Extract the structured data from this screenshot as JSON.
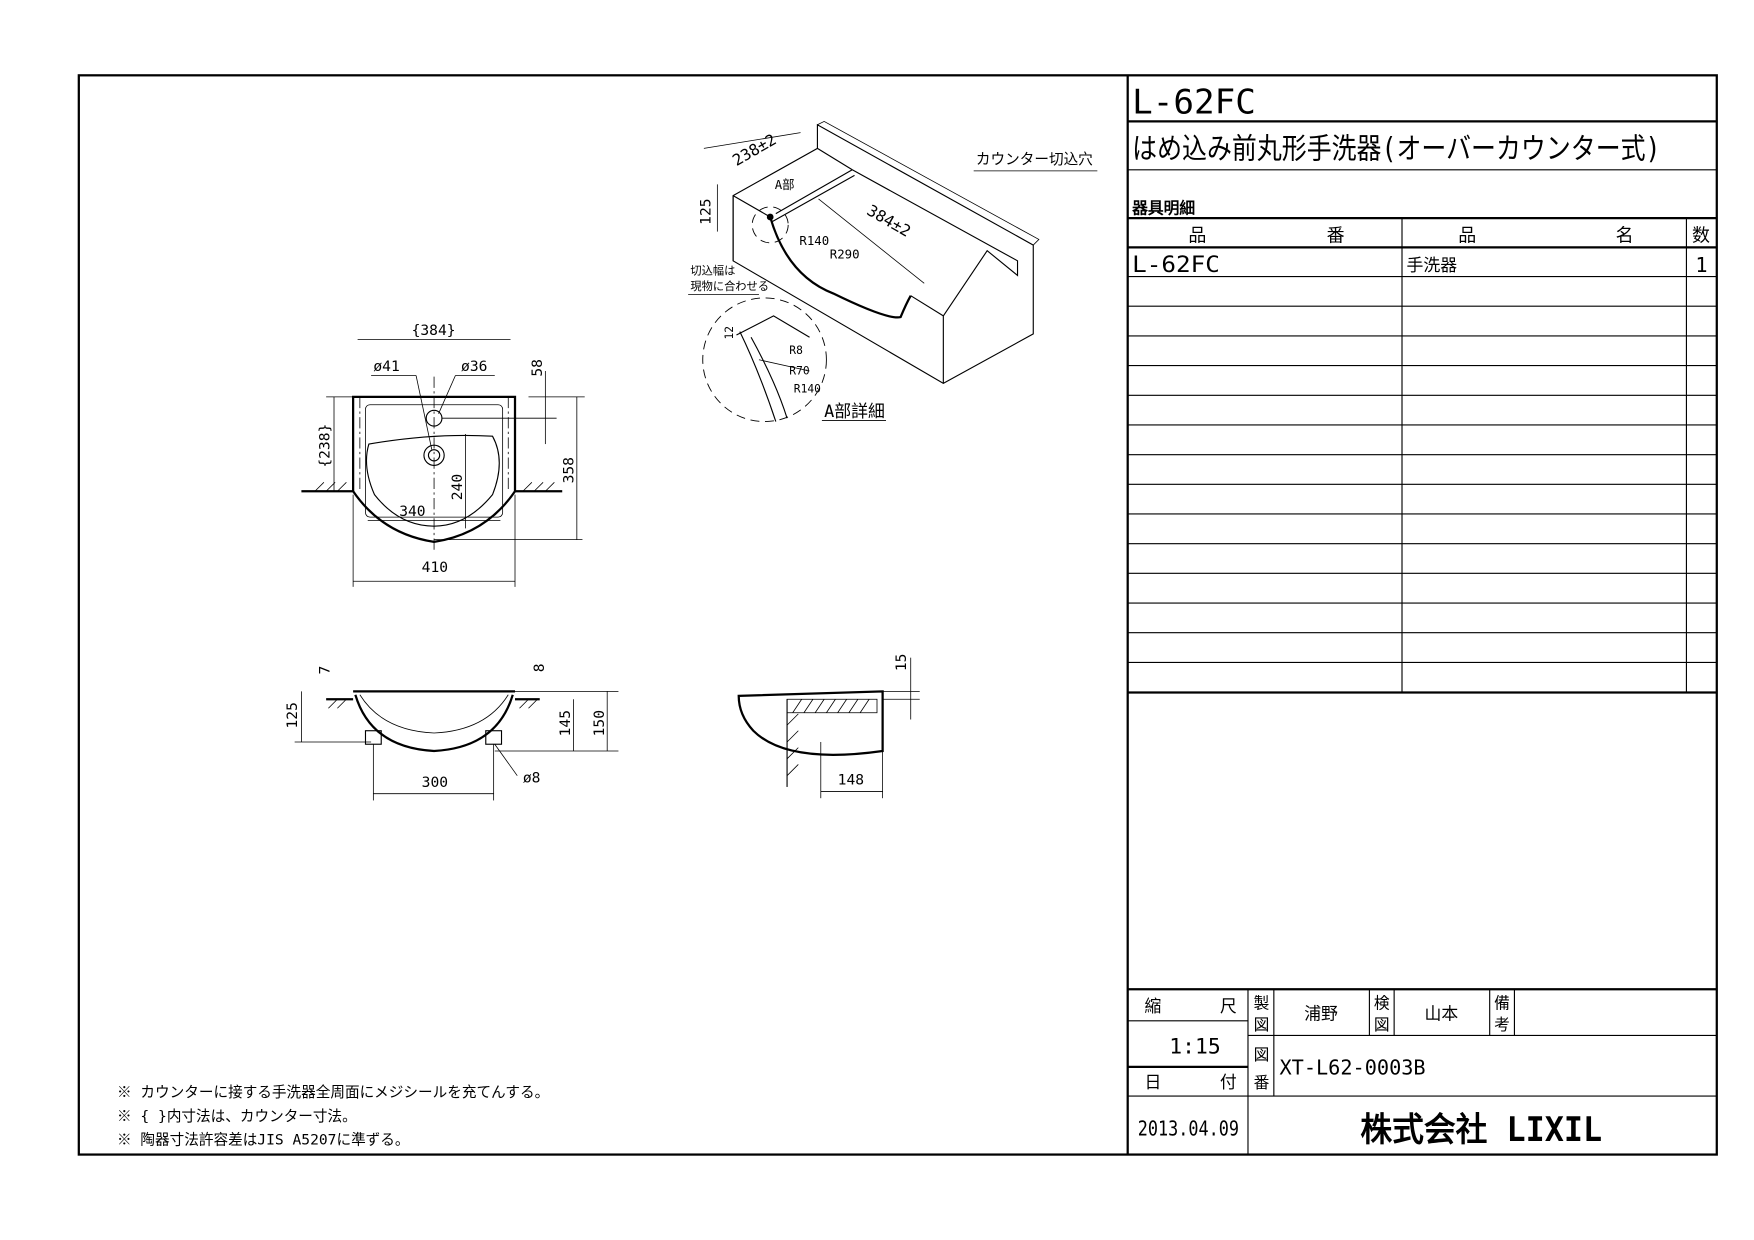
{
  "title_block": {
    "model": "L-62FC",
    "product_title": "はめ込み前丸形手洗器(オーバーカウンター式)",
    "parts_list_label": "器具明細",
    "columns": {
      "part_no_a": "品",
      "part_no_b": "番",
      "name_a": "品",
      "name_b": "名",
      "qty": "数"
    },
    "rows": [
      {
        "part_no": "L-62FC",
        "name": "手洗器",
        "qty": "1"
      }
    ],
    "scale_label_a": "縮",
    "scale_label_b": "尺",
    "scale": "1:15",
    "date_label_a": "日",
    "date_label_b": "付",
    "date": "2013.04.09",
    "drawn_label_a": "製",
    "drawn_label_b": "図",
    "drawn_by": "浦野",
    "checked_label_a": "検",
    "checked_label_b": "図",
    "checked_by": "山本",
    "remarks_label_a": "備",
    "remarks_label_b": "考",
    "drawing_no_label_a": "図",
    "drawing_no_label_b": "番",
    "drawing_no": "XT-L62-0003B",
    "company": "株式会社 LIXIL"
  },
  "notes": [
    "※ カウンターに接する手洗器全周面にメジシールを充てんする。",
    "※ {  }内寸法は、カウンター寸法。",
    "※ 陶器寸法許容差はJIS A5207に準ずる。"
  ],
  "iso_view": {
    "title": "カウンター切込穴",
    "dim_width": "238±2",
    "dim_length": "384±2",
    "dim_height": "125",
    "label_a": "A部",
    "r140": "R140",
    "r290": "R290",
    "cut_note_1": "切込幅は",
    "cut_note_2": "現物に合わせる",
    "detail_title": "A部詳細",
    "detail_12": "12",
    "detail_r8": "R8",
    "detail_r70": "R70",
    "detail_r140": "R140"
  },
  "plan_view": {
    "d384": "{384}",
    "d41": "ø41",
    "d36": "ø36",
    "d58": "58",
    "d238": "{238}",
    "d358": "358",
    "d240": "240",
    "d340": "340",
    "d410": "410"
  },
  "front_view": {
    "d7": "7",
    "d8": "8",
    "d125": "125",
    "d145": "145",
    "d150": "150",
    "d300": "300",
    "dphi8": "ø8"
  },
  "side_view": {
    "d15": "15",
    "d148": "148"
  }
}
